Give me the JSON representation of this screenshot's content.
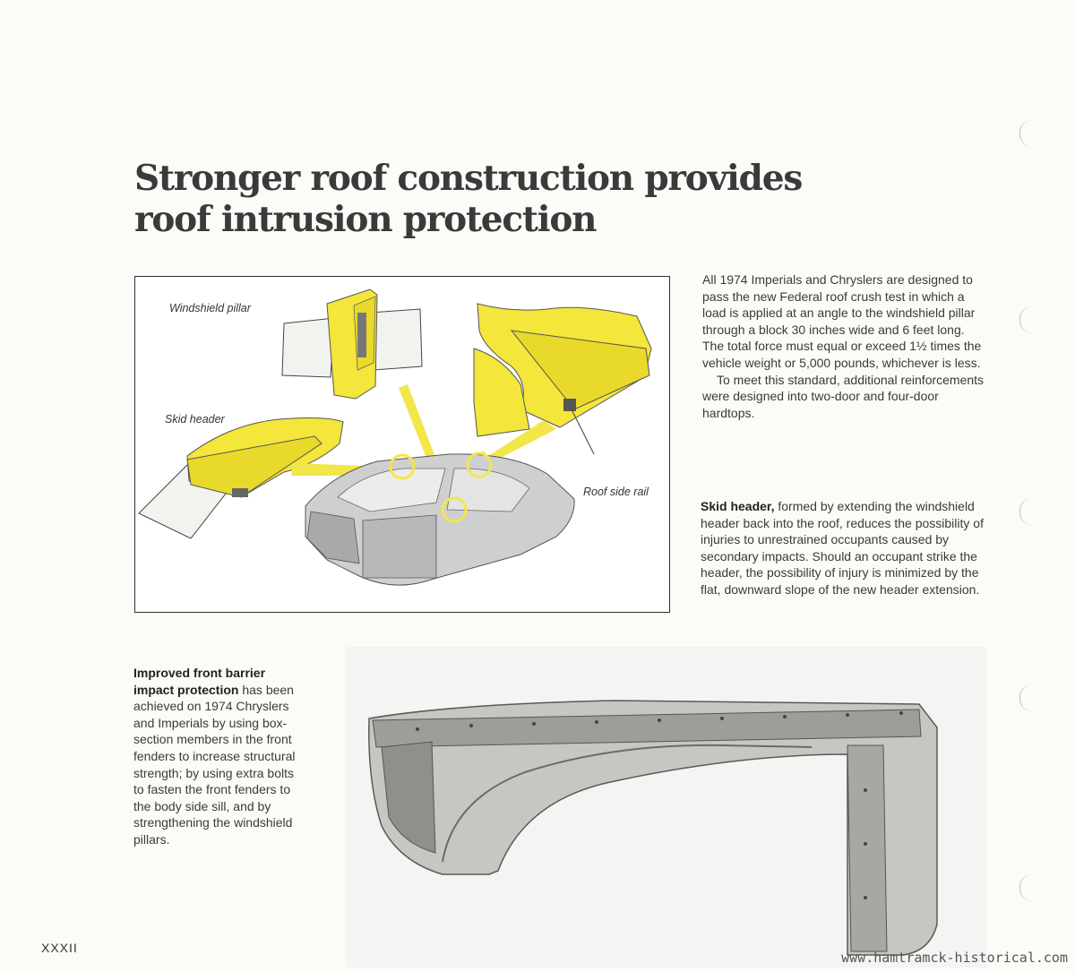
{
  "title": {
    "line1": "Stronger roof construction provides",
    "line2": "roof intrusion protection"
  },
  "diagram": {
    "callouts": {
      "windshield_pillar": "Windshield pillar",
      "skid_header": "Skid header",
      "roof_side_rail": "Roof side rail"
    }
  },
  "intro": {
    "paragraph1": "All 1974 Imperials and Chryslers are designed to pass the new Federal roof crush test in which a load is applied at an angle to the windshield pillar through a block 30 inches wide and 6 feet long. The total force must equal or exceed 1½ times the vehicle weight or 5,000 pounds, whichever is less.",
    "paragraph2": "To meet this standard, additional reinforcements were designed into two-door and four-door hardtops."
  },
  "skid_header": {
    "lead": "Skid header,",
    "text": " formed by extending the windshield header back into the roof, reduces the possibility of injuries to unrestrained occupants caused by secondary impacts. Should an occupant strike the header, the possibility of injury is minimized by the flat, downward slope of the new header extension."
  },
  "front_barrier": {
    "lead": "Improved front barrier impact protection",
    "text": " has been achieved on 1974 Chryslers and Imperials by using box-section members in the front fenders to increase structural strength; by using extra bolts to fasten the front fenders to the body side sill, and by strengthening the windshield pillars."
  },
  "page_number": "XXXII",
  "watermark": "www.hamtramck-historical.com",
  "colors": {
    "highlight_yellow": "#f4e63a",
    "arrow_yellow": "#f2e74a",
    "ink": "#333333"
  }
}
